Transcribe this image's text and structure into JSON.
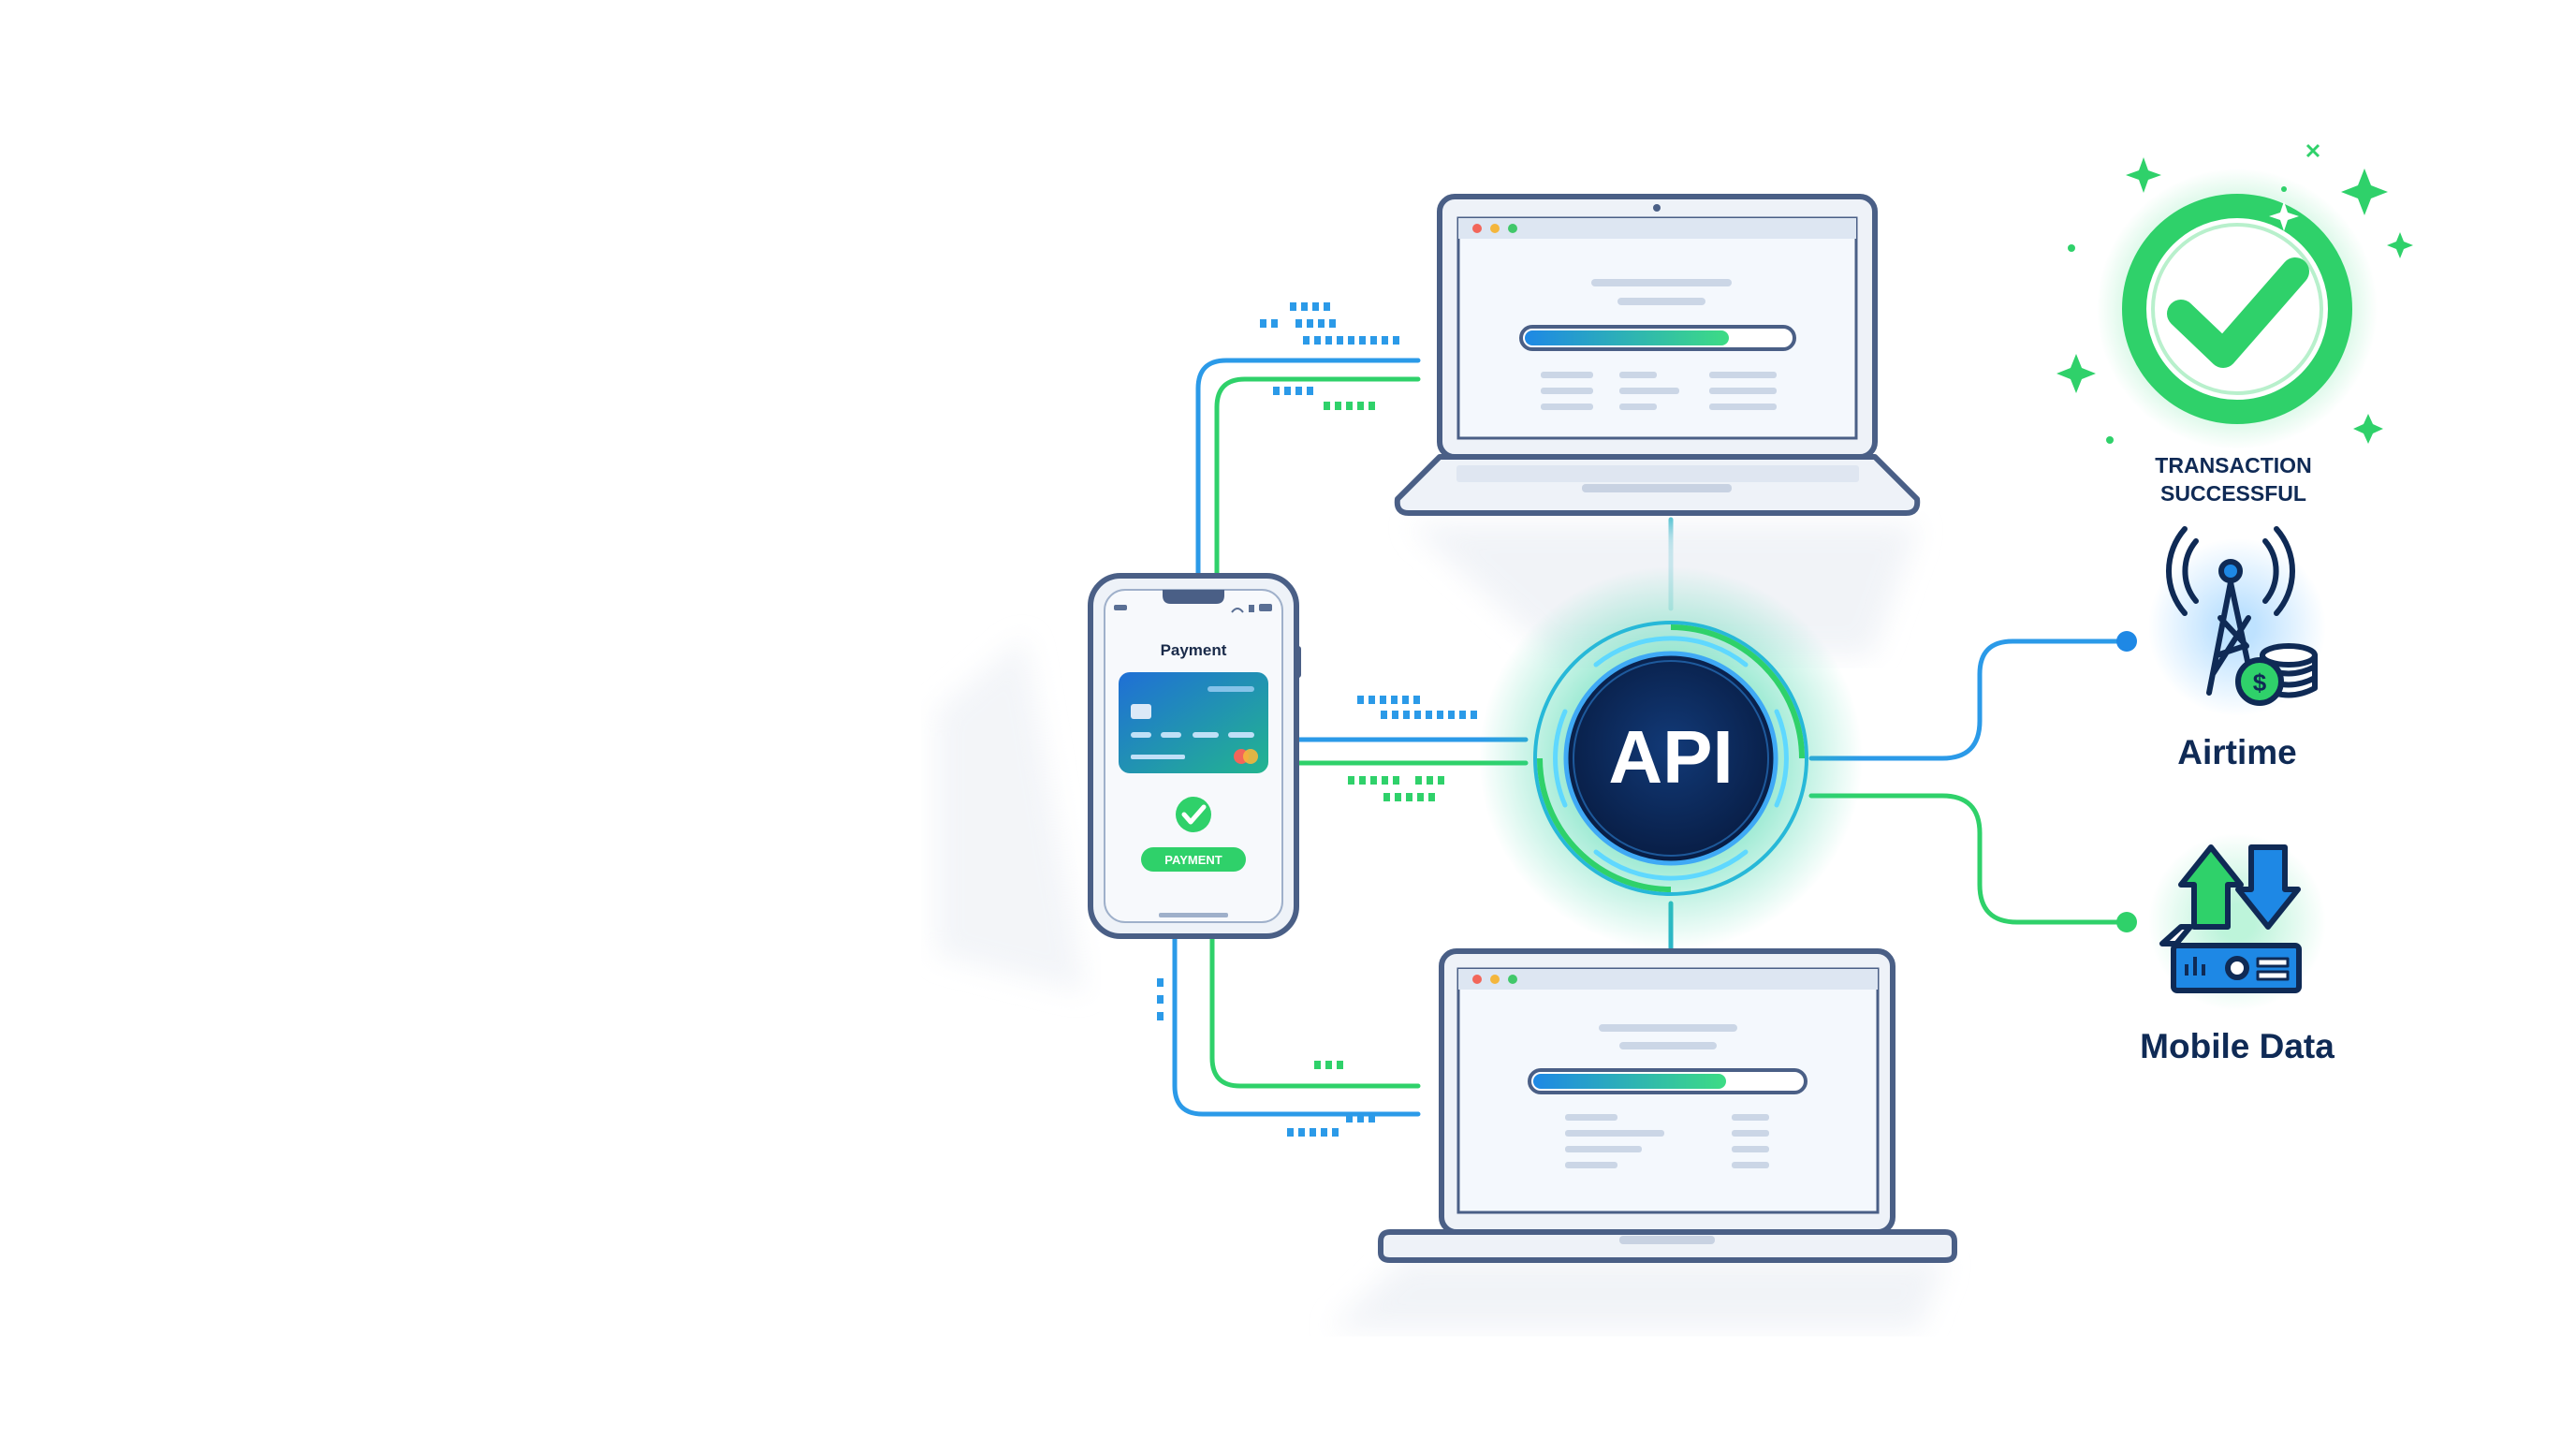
{
  "hub": {
    "label": "API"
  },
  "phone": {
    "title": "Payment",
    "button_label": "PAYMENT"
  },
  "status": {
    "line1": "TRANSACTION",
    "line2": "SUCCESSFUL"
  },
  "services": [
    {
      "label": "Airtime",
      "icon": "cell-tower-coins-icon"
    },
    {
      "label": "Mobile Data",
      "icon": "data-transfer-arrows-icon"
    }
  ],
  "colors": {
    "navy": "#0f2a55",
    "frame": "#4a5f86",
    "blue": "#2b8fe8",
    "cyan": "#27c3f0",
    "green": "#2fd16a",
    "screen_bg": "#eef4fb"
  }
}
